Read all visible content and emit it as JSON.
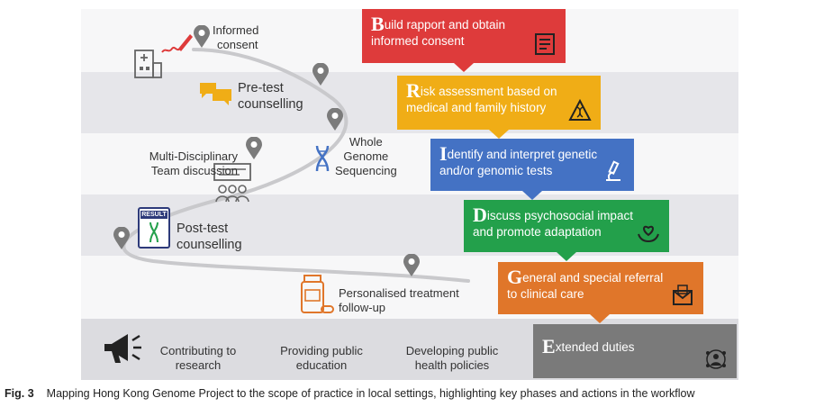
{
  "steps": [
    {
      "cap": "B",
      "rest": "uild rapport and obtain",
      "line2": "informed consent",
      "color": "#de3b3b",
      "icon": "document-icon"
    },
    {
      "cap": "R",
      "rest": "isk assessment based on",
      "line2": "medical and family history",
      "color": "#f0ad16",
      "icon": "dna-warning-icon"
    },
    {
      "cap": "I",
      "rest": "dentify and interpret genetic",
      "line2": "and/or genomic tests",
      "color": "#4472c4",
      "icon": "microscope-icon"
    },
    {
      "cap": "D",
      "rest": "iscuss psychosocial impact",
      "line2": "and promote adaptation",
      "color": "#23a04b",
      "icon": "heart-hands-icon"
    },
    {
      "cap": "G",
      "rest": "eneral and special referral",
      "line2": "to clinical care",
      "color": "#e0762a",
      "icon": "referral-letter-icon"
    },
    {
      "cap": "E",
      "rest": "xtended duties",
      "line2": "",
      "color": "#7a7a7a",
      "icon": "people-network-icon"
    }
  ],
  "journey": {
    "informed_consent": [
      "Informed",
      "consent"
    ],
    "pre_test": [
      "Pre-test",
      "counselling"
    ],
    "wgs": [
      "Whole",
      "Genome",
      "Sequencing"
    ],
    "mdt": [
      "Multi-Disciplinary",
      "Team discussion"
    ],
    "post_test": [
      "Post-test",
      "counselling"
    ],
    "result_label": "RESULT",
    "treatment": [
      "Personalised treatment",
      "follow-up"
    ]
  },
  "extended": {
    "research": [
      "Contributing to",
      "research"
    ],
    "education": [
      "Providing public",
      "education"
    ],
    "policy": [
      "Developing public",
      "health policies"
    ]
  },
  "caption": {
    "label": "Fig. 3",
    "text": "Mapping Hong Kong Genome Project to the scope of practice in local settings, highlighting key phases and actions in the workflow"
  },
  "colors": {
    "pin": "#7b7b7b",
    "path": "#c9c9cc"
  }
}
